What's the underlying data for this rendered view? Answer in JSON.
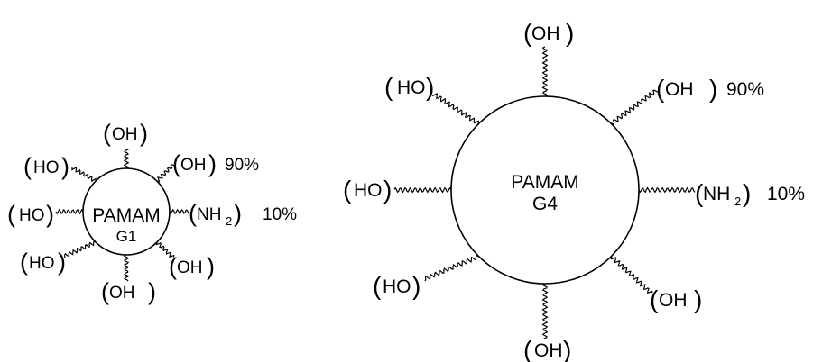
{
  "dendrimers": [
    {
      "core_name": "PAMAM",
      "generation": "G1",
      "groups": [
        {
          "label": "OH"
        },
        {
          "label": "OH",
          "note": "90%"
        },
        {
          "label": "NH",
          "subscript": "2",
          "note": "10%"
        },
        {
          "label": "OH"
        },
        {
          "label": "OH"
        },
        {
          "label": "HO"
        },
        {
          "label": "HO"
        },
        {
          "label": "HO"
        }
      ]
    },
    {
      "core_name": "PAMAM",
      "generation": "G4",
      "groups": [
        {
          "label": "OH"
        },
        {
          "label": "OH",
          "note": "90%"
        },
        {
          "label": "NH",
          "subscript": "2",
          "note": "10%"
        },
        {
          "label": "OH"
        },
        {
          "label": "OH"
        },
        {
          "label": "HO"
        },
        {
          "label": "HO"
        },
        {
          "label": "HO"
        }
      ]
    }
  ],
  "colors": {
    "stroke": "#000000",
    "background": "#ffffff"
  }
}
